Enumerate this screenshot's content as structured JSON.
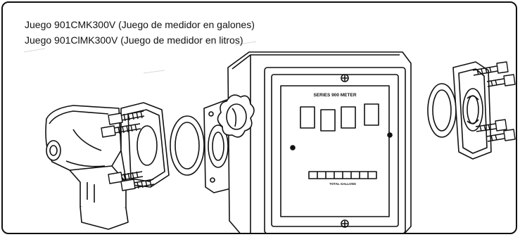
{
  "captions": {
    "line1": "Juego 901CMK300V (Juego de medidor en galones)",
    "line2": "Juego 901ClMK300V (Juego de medidor en litros)"
  },
  "meter": {
    "face_label": "SERIES 900 METER",
    "totalizer_label": "TOTAL GALLONS"
  },
  "colors": {
    "line": "#111111",
    "background": "#ffffff"
  }
}
